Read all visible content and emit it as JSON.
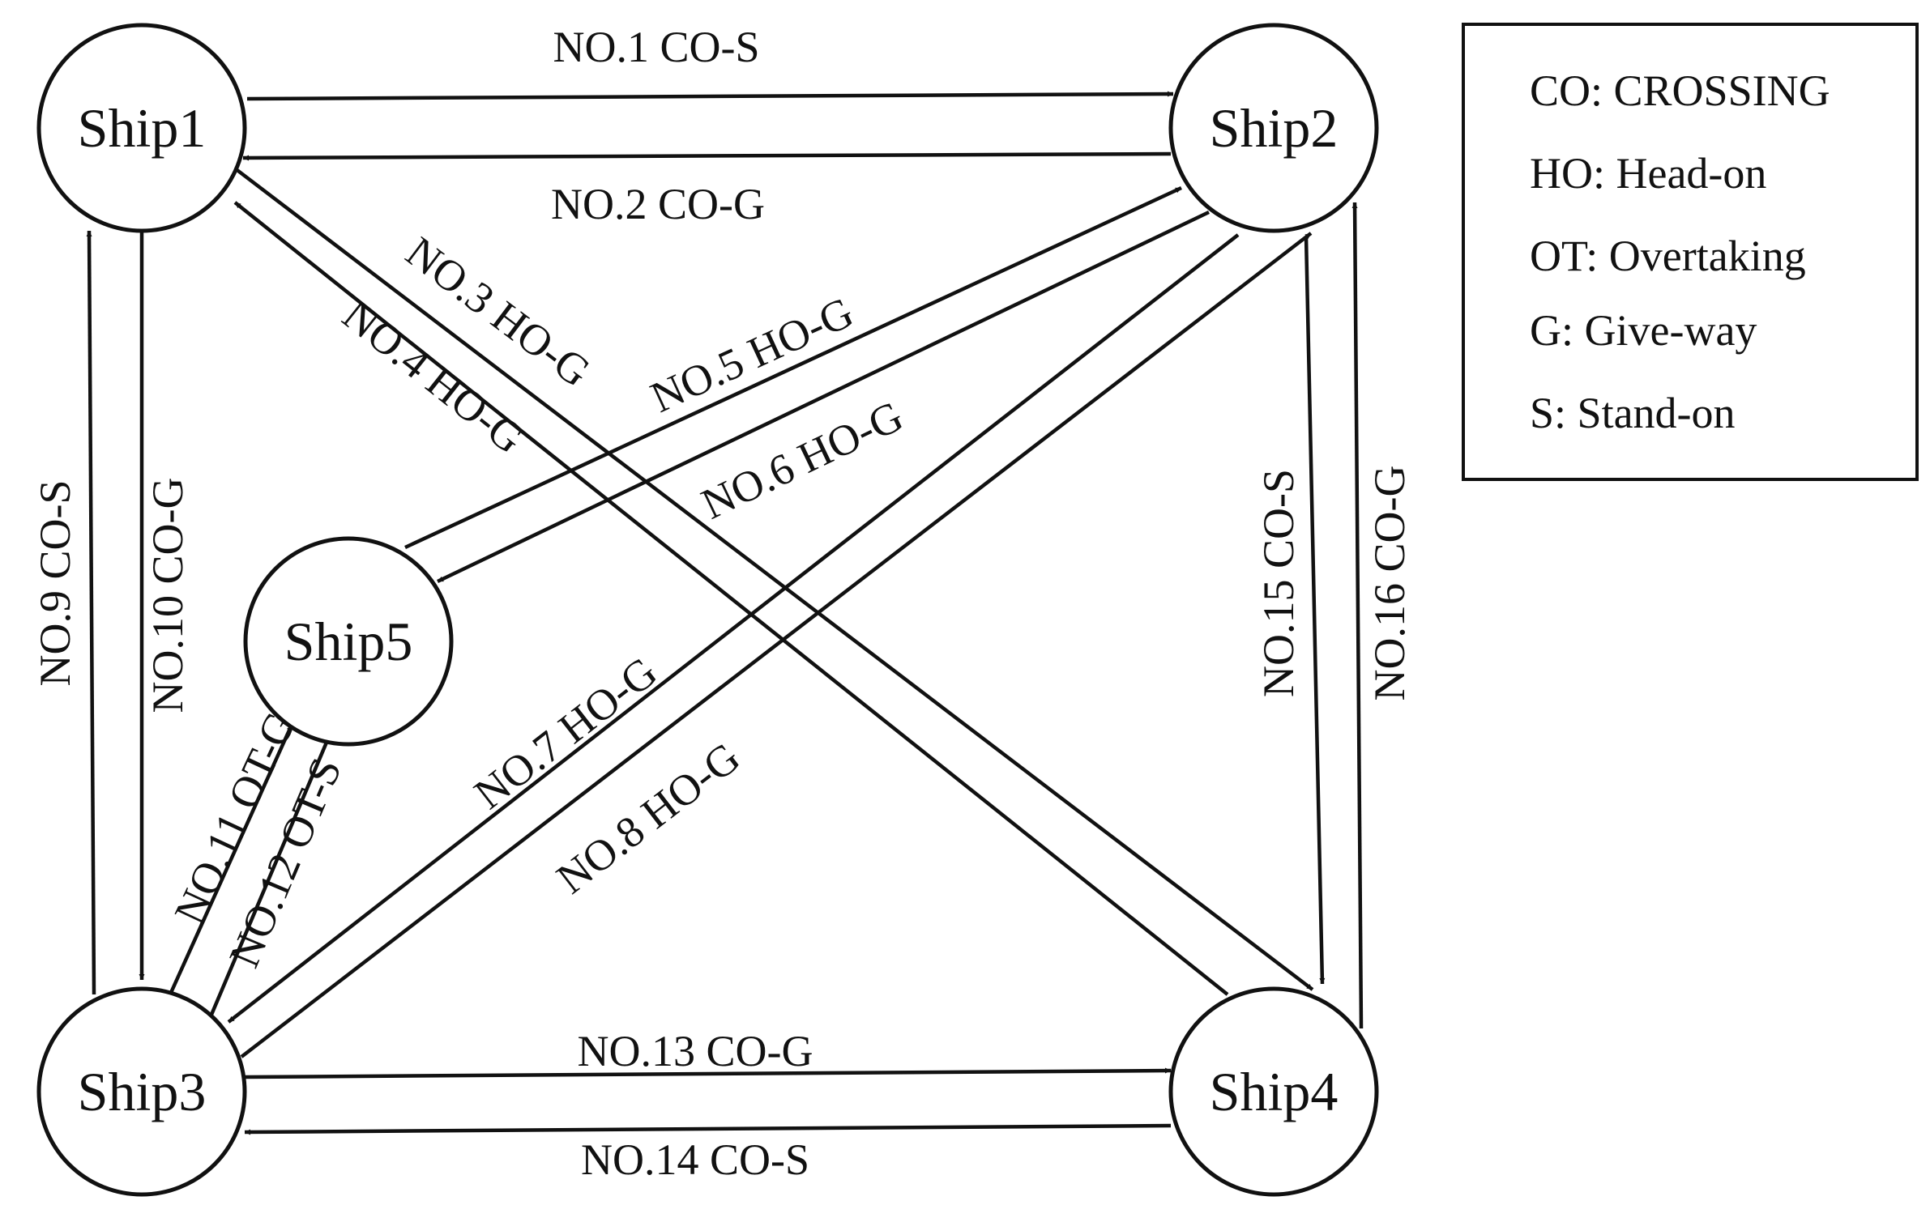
{
  "nodes": [
    {
      "id": "ship1",
      "label": "Ship1"
    },
    {
      "id": "ship2",
      "label": "Ship2"
    },
    {
      "id": "ship3",
      "label": "Ship3"
    },
    {
      "id": "ship4",
      "label": "Ship4"
    },
    {
      "id": "ship5",
      "label": "Ship5"
    }
  ],
  "edges": [
    {
      "id": "no1",
      "from": "ship1",
      "to": "ship2",
      "label": "NO.1 CO-S"
    },
    {
      "id": "no2",
      "from": "ship2",
      "to": "ship1",
      "label": "NO.2 CO-G"
    },
    {
      "id": "no3",
      "from": "ship1",
      "to": "ship4",
      "label": "NO.3 HO-G"
    },
    {
      "id": "no4",
      "from": "ship4",
      "to": "ship1",
      "label": "NO.4 HO-G"
    },
    {
      "id": "no5",
      "from": "ship5",
      "to": "ship2",
      "label": "NO.5 HO-G"
    },
    {
      "id": "no6",
      "from": "ship2",
      "to": "ship5",
      "label": "NO.6 HO-G"
    },
    {
      "id": "no7",
      "from": "ship2",
      "to": "ship3",
      "label": "NO.7 HO-G"
    },
    {
      "id": "no8",
      "from": "ship3",
      "to": "ship2",
      "label": "NO.8 HO-G"
    },
    {
      "id": "no9",
      "from": "ship3",
      "to": "ship1",
      "label": "NO.9 CO-S"
    },
    {
      "id": "no10",
      "from": "ship1",
      "to": "ship3",
      "label": "NO.10 CO-G"
    },
    {
      "id": "no11",
      "from": "ship3",
      "to": "ship5",
      "label": "NO.11 OT-G"
    },
    {
      "id": "no12",
      "from": "ship5",
      "to": "ship3",
      "label": "NO.12 OT-S"
    },
    {
      "id": "no13",
      "from": "ship3",
      "to": "ship4",
      "label": "NO.13 CO-G"
    },
    {
      "id": "no14",
      "from": "ship4",
      "to": "ship3",
      "label": "NO.14 CO-S"
    },
    {
      "id": "no15",
      "from": "ship2",
      "to": "ship4",
      "label": "NO.15 CO-S"
    },
    {
      "id": "no16",
      "from": "ship4",
      "to": "ship2",
      "label": "NO.16 CO-G"
    }
  ],
  "legend": [
    "CO: CROSSING",
    "HO: Head-on",
    "OT: Overtaking",
    "G: Give-way",
    "S: Stand-on"
  ]
}
